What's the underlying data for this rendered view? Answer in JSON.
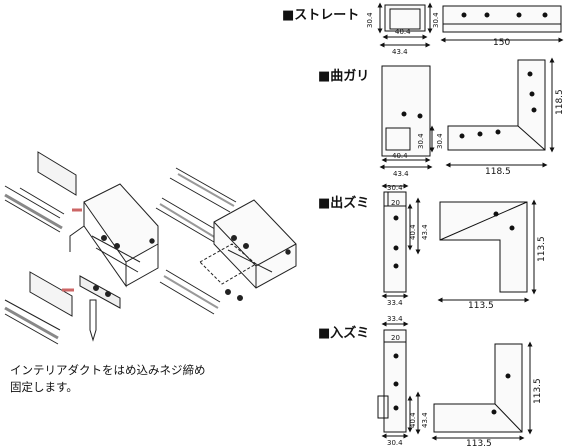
{
  "sections": {
    "straight": {
      "title": "■ストレート",
      "dims": {
        "h1": "30.4",
        "h2": "30.4",
        "w_inner": "40.4",
        "w_outer": "43.4",
        "length": "150"
      }
    },
    "bend": {
      "title": "■曲ガリ",
      "dims": {
        "h1": "30.4",
        "h2": "30.4",
        "w_inner": "40.4",
        "w_outer": "43.4",
        "side_a": "118.5",
        "side_b": "118.5"
      }
    },
    "outside": {
      "title": "■出ズミ",
      "dims": {
        "top": "30.4",
        "inner": "20",
        "w_inner": "40.4",
        "w_outer": "43.4",
        "bottom": "33.4",
        "side_a": "113.5",
        "side_b": "113.5"
      }
    },
    "inside": {
      "title": "■入ズミ",
      "dims": {
        "top": "33.4",
        "inner": "20",
        "w_inner": "40.4",
        "w_outer": "43.4",
        "bottom": "30.4",
        "side_a": "113.5",
        "side_b": "113.5"
      }
    }
  },
  "caption": {
    "line1": "インテリアダクトをはめ込みネジ締め",
    "line2": "固定します。"
  }
}
